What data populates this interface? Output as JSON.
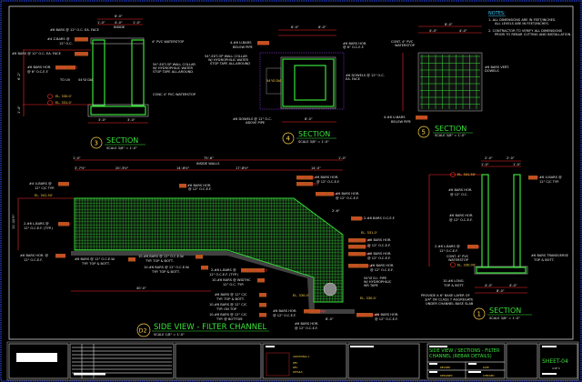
{
  "notes": {
    "title": "NOTES:",
    "items": [
      "1.  ALL DIMENSIONS ARE IN FEET/INCHES.",
      "ALL LEVELS ARE IN FEET/INCHES.",
      "2.  CONTRACTOR TO VERIFY ALL DIMENSIONS",
      "PRIOR TO REBAR CUTTING AND INSTALLATION."
    ]
  },
  "section3": {
    "number": "3",
    "title": "SECTION",
    "scale": "SCALE 3/8\" = 1'-0\"",
    "dims": [
      "6'-0\"",
      "1'-0\"",
      "4'-0\"",
      "INSIDE",
      "1'-0\"",
      "3'-0\"",
      "3'-0\"",
      "6'-2\"",
      "1'-4\""
    ],
    "labels": [
      "#6 BARS @ 12\" O.C. EA. FACE",
      "#4 Z-BARS @",
      "12\" O.C.",
      "#6 BARS @ 12\" O.C. EA. FACE",
      "#6 BARS HOR.",
      "@ 6\" O.C.E.F.",
      "TO UV",
      "54\"Ø DIA",
      "4\" PVC WATERSTOP",
      "54\"-EXT-OP WALL COLLAR",
      "W/ HYDROPHILIC WATER",
      "STOP TAPE ALL-AROUND",
      "CONC 4\" PVC WATERSTOP",
      "EL. 330.0'",
      "EL. 331.0'"
    ],
    "tags": [
      "FW124",
      "FW124",
      "FW64~FW65"
    ]
  },
  "section4": {
    "number": "4",
    "title": "SECTION",
    "scale": "SCALE 3/8\" = 1'-0\"",
    "dims": [
      "6'-0\"",
      "6'-0\"",
      "8'-0\""
    ],
    "labels": [
      "4-#6 U-BARS",
      "BELOW PIPE",
      "54\"-EXT-OP WALL COLLAR",
      "W/ HYDROPHILIC WATER",
      "STOP TAPE ALL-AROUND",
      "#6 BARS HOR.",
      "@ 6\" O.C.E.F.",
      "#6 DOWELS @ 12\" O.C.",
      "EA. FACE",
      "#6 DOWELS @ 12\" O.C.",
      "ABOVE PIPE",
      "54\"Ø DIA"
    ],
    "tags": [
      "FW106"
    ]
  },
  "section5": {
    "number": "5",
    "title": "SECTION",
    "scale": "SCALE 3/8\" = 1'-0\"",
    "dims": [
      "8'-0\"",
      "4'-0\"",
      "4'-0\""
    ],
    "labels": [
      "CONT. 4\" PVC",
      "WATERSTOP",
      "#6 BARS VERT.",
      "DOWELS",
      "4-#6 U-BARS",
      "BELOW PIPE"
    ],
    "tags": [
      "FW106"
    ]
  },
  "section1": {
    "number": "1",
    "title": "SECTION",
    "scale": "SCALE 3/8\" = 1'-0\"",
    "dims": [
      "2'-0\"",
      "2'-0\"",
      "1'-0\"",
      "1'-0\"",
      "4'-0\"",
      "4'-0\"",
      "8'-0\""
    ],
    "labels": [
      "EL. 341.50'",
      "#6 BARS HOR.",
      "@ 12\" O.C.",
      "#6 BARS HOR.",
      "@ 12\" O.C.E.F.",
      "2-#6 L-BARS @",
      "12\" O.C.E.F.",
      "CONT. 4\" PVC",
      "WATERSTOP",
      "EL. 330.00'",
      "10-#6 LONG.",
      "TOP & BOTT.",
      "#6 U-BARS @",
      "12\" C/C TYP.",
      "#6 BARS TRANSVERSE",
      "TOP & BOTT.",
      "PROVIDE A 6\" BASE LAYER OF",
      "3/4\" OR CLASS 7 AGGREGATE",
      "UNDER CHANNEL BASE SLAB"
    ],
    "tags": [
      "FW07",
      "FW108"
    ]
  },
  "side_view": {
    "number": "D2",
    "title": "SIDE VIEW  -  FILTER CHANNEL",
    "scale": "SCALE 1/8\" = 1'-0\"",
    "dims": [
      "1'-0\"",
      "75'-6\"",
      "INSIDE WALLS",
      "1'-0\"",
      "3'-7½\"",
      "20'-3½\"",
      "14'-6½\"",
      "17'-8½\"",
      "14'-0\"",
      "2'-6\"",
      "40'-0\"",
      "11'-10½\"",
      "8'-0\""
    ],
    "labels": [
      "#4 U-BARS @",
      "12\" C/C TYP.",
      "EL. 341.50'",
      "2-#6 L-BARS @",
      "12\" O.C.E.F. (TYP.)",
      "#6 BARS HOR. @",
      "12\" O.C.E.F.",
      "#6 BARS HOR.",
      "@ 12\" O.C.E.F.",
      "#6 BARS HOR.",
      "@ 12\" O.C.E.F.",
      "#6 BARS HOR.",
      "@ 12\" O.C.E.F.",
      "2-#6 BARS O.C.E.F.",
      "EL. 331.0'",
      "#6 BARS HOR.",
      "@ 12\" O.C.E.F.",
      "#6 BARS HOR.",
      "@ 12\" O.C.E.F.",
      "#6 BARS HOR.",
      "@ 12\" O.C.E.F.",
      "54\"Ø D.I. PIPE",
      "W/ HYDROPHILIC",
      "WS TAPE",
      "EL. 330.0'",
      "#6 BARS HOR.",
      "@ 12\" O.C.E.F.",
      "#6 BARS @ 12\" O.C.E.W.",
      "TYP. TOP & BOTT.",
      "10-#6 BARS @ 12\" O.C.E.W.",
      "TYP. TOP & BOTT.",
      "10-#6 BARS @ 12\" O.C.E.W.",
      "TYP. TOP & BOTT.",
      "2-#6 L-BARS @",
      "12\" O.C.E.F. (TYP.)",
      "10-#6 BARS @ WIDTHC",
      "12\" O.C. TYP.",
      "#6 BARS @ 12\" C/C",
      "TYP. TOP & BOTT.",
      "10-#6 BARS @ 12\" C/C",
      "TYP. ON TOP",
      "10-#6 BARS @ 12\" C/C",
      "TYP. @ BOTTOM",
      "EL. 330.0'",
      "#6 BARS HOR.",
      "@ 12\" O.C.E.F.",
      "#6 BARS HOR.",
      "@ 12\" O.C.E.F."
    ],
    "tags": [
      "FW07",
      "FW1",
      "FW108",
      "FW60",
      "FW2~FW6",
      "FW11~FW21",
      "FW93~FW94",
      "FW124",
      "FW92~FW94",
      "FW79~FW75",
      "FW62~FW64",
      "FW98~FW102",
      "P24",
      "P11",
      "P10",
      "FW110~FW115",
      "P36",
      "P56",
      "P52",
      "P53",
      "FW56~FW60",
      "FW64~FW66"
    ]
  },
  "title_block": {
    "drawing_title_line1": "SIDE VIEW / SECTIONS - FILTER",
    "drawing_title_line2": "CHANNEL (REBAR DETAILS)",
    "fields": [
      "REVISED",
      "DATE",
      "DESIGNED",
      "CHECKED"
    ],
    "legend": [
      "ADDITIONAL 1",
      "REV",
      "REV",
      "DETAILS"
    ],
    "sheet": "SHEET-04",
    "sheet_of": "4 OF 5"
  },
  "colors": {
    "rebar": "#39e23a",
    "dimension": "#ff2a2a",
    "tag": "#b0541a",
    "frame": "#d0d0d0",
    "border": "#1a2a8a"
  }
}
